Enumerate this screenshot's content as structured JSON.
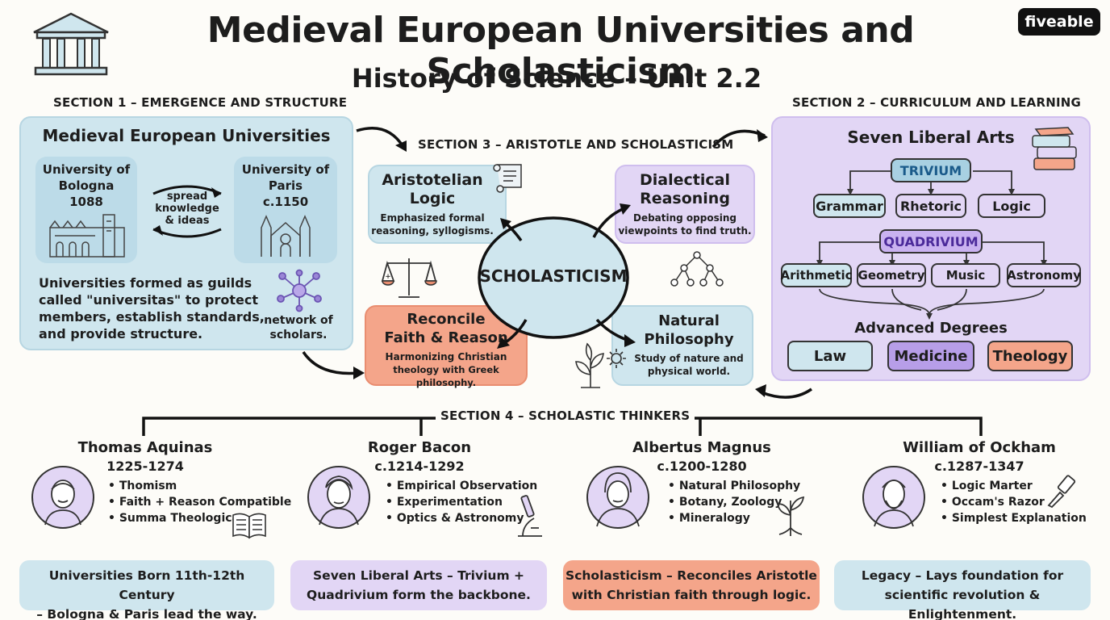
{
  "header": {
    "title": "Medieval European Universities and Scholasticism",
    "subtitle": "History of Science – Unit 2.2",
    "brand": "fiveable"
  },
  "section1": {
    "heading": "SECTION 1 – EMERGENCE AND STRUCTURE",
    "box_title": "Medieval European Universities",
    "bologna": {
      "line1": "University of",
      "line2": "Bologna",
      "year": "1088"
    },
    "paris": {
      "line1": "University of",
      "line2": "Paris",
      "year": "c.1150"
    },
    "spread": {
      "line1": "spread",
      "line2": "knowledge",
      "line3": "& ideas"
    },
    "description": [
      "Universities formed as guilds",
      "called \"universitas\" to protect",
      "members, establish standards,",
      "and provide structure."
    ],
    "network": {
      "line1": "network of",
      "line2": "scholars."
    }
  },
  "section3": {
    "heading": "SECTION 3 – ARISTOTLE AND SCHOLASTICISM",
    "center": "SCHOLASTICISM",
    "aristotelian": {
      "title1": "Aristotelian",
      "title2": "Logic",
      "desc1": "Emphasized formal",
      "desc2": "reasoning, syllogisms."
    },
    "dialectical": {
      "title1": "Dialectical",
      "title2": "Reasoning",
      "desc1": "Debating opposing",
      "desc2": "viewpoints to find truth."
    },
    "reconcile": {
      "title1": "Reconcile",
      "title2": "Faith & Reason",
      "desc1": "Harmonizing Christian",
      "desc2": "theology with Greek philosophy."
    },
    "natural": {
      "title1": "Natural",
      "title2": "Philosophy",
      "desc1": "Study of nature and",
      "desc2": "physical world."
    }
  },
  "section2": {
    "heading": "SECTION 2 – CURRICULUM AND LEARNING",
    "box_title": "Seven Liberal Arts",
    "trivium": "TRIVIUM",
    "trivium_items": [
      "Grammar",
      "Rhetoric",
      "Logic"
    ],
    "quadrivium": "QUADRIVIUM",
    "quadrivium_items": [
      "Arithmetic",
      "Geometry",
      "Music",
      "Astronomy"
    ],
    "advanced_title": "Advanced Degrees",
    "degrees": [
      "Law",
      "Medicine",
      "Theology"
    ]
  },
  "section4": {
    "heading": "SECTION 4 – SCHOLASTIC THINKERS",
    "thinkers": [
      {
        "name": "Thomas Aquinas",
        "dates": "1225-1274",
        "points": [
          "Thomism",
          "Faith + Reason Compatible",
          "Summa Theologica"
        ]
      },
      {
        "name": "Roger Bacon",
        "dates": "c.1214-1292",
        "points": [
          "Empirical Observation",
          "Experimentation",
          "Optics & Astronomy"
        ]
      },
      {
        "name": "Albertus Magnus",
        "dates": "c.1200-1280",
        "points": [
          "Natural Philosophy",
          "Botany, Zoology",
          "Mineralogy"
        ]
      },
      {
        "name": "William of Ockham",
        "dates": "c.1287-1347",
        "points": [
          "Logic Marter",
          "Occam's Razor",
          "Simplest Explanation"
        ]
      }
    ]
  },
  "summary": [
    {
      "line1": "Universities Born 11th-12th Century",
      "line2": "– Bologna & Paris lead the way."
    },
    {
      "line1": "Seven Liberal Arts – Trivium +",
      "line2": "Quadrivium form the backbone."
    },
    {
      "line1": "Scholasticism – Reconciles Aristotle",
      "line2": "with Christian faith through logic."
    },
    {
      "line1": "Legacy – Lays foundation for",
      "line2": "scientific revolution & Enlightenment."
    }
  ]
}
